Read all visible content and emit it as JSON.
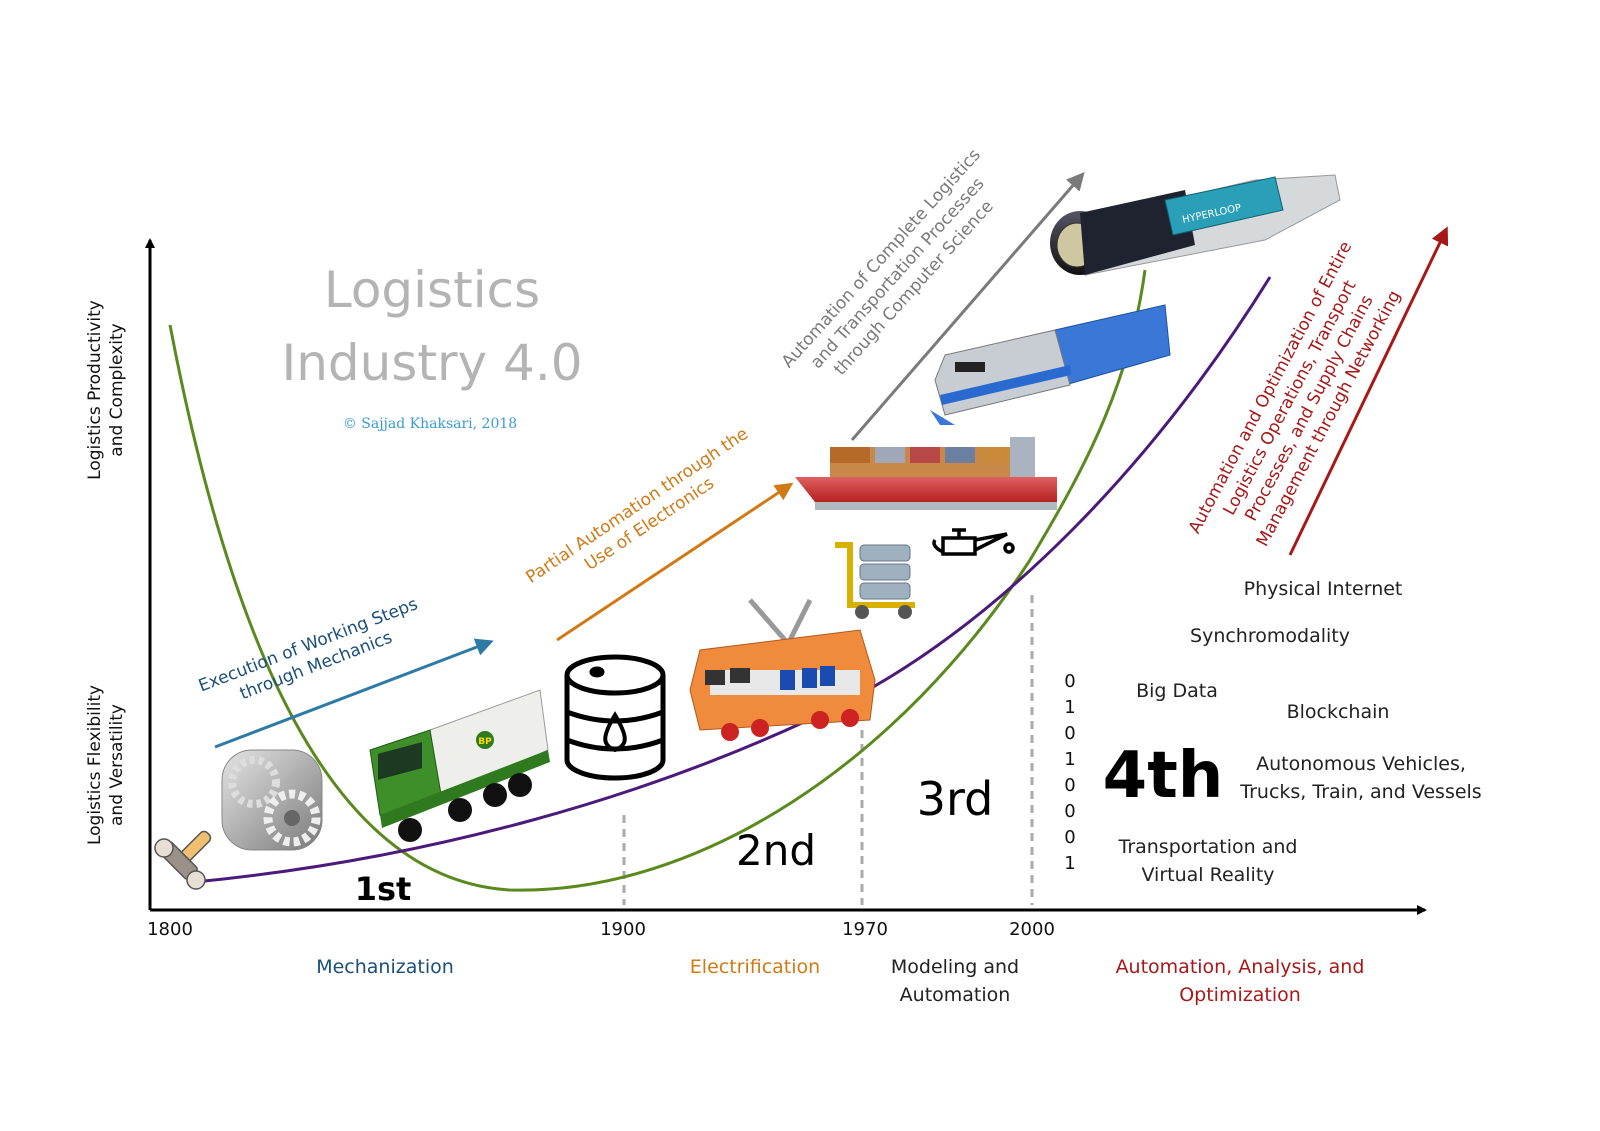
{
  "title": {
    "line1": "Logistics",
    "line2": "Industry 4.0",
    "copyright": "© Sajjad Khaksari, 2018"
  },
  "axes": {
    "y_top_label": [
      "Logistics Productivity",
      "and Complexity"
    ],
    "y_bottom_label": [
      "Logistics Flexibility",
      "and Versatility"
    ],
    "x_ticks": [
      "1800",
      "1900",
      "1970",
      "2000"
    ]
  },
  "eras": [
    {
      "ordinal": "1st",
      "name": [
        "Mechanization"
      ],
      "color": "#1a4f7a",
      "arrow_text": [
        "Execution of Working Steps",
        "through Mechanics"
      ],
      "arrow_color": "#2e7aa6"
    },
    {
      "ordinal": "2nd",
      "name": [
        "Electrification"
      ],
      "color": "#d07a16",
      "arrow_text": [
        "Partial Automation through the",
        "Use of Electronics"
      ],
      "arrow_color": "#d07a16"
    },
    {
      "ordinal": "3rd",
      "name": [
        "Modeling and",
        "Automation"
      ],
      "color": "#222222",
      "arrow_text": [
        "Automation of Complete Logistics",
        "and Transportation Processes",
        "through Computer Science"
      ],
      "arrow_color": "#7a7a7a"
    },
    {
      "ordinal": "4th",
      "name": [
        "Automation, Analysis, and",
        "Optimization"
      ],
      "color": "#a81818",
      "arrow_text": [
        "Automation and Optimization of Entire",
        "Logistics Operations, Transport",
        "Processes, and Supply Chains",
        "Management through Networking"
      ],
      "arrow_color": "#a81818"
    }
  ],
  "binary_digits": [
    "0",
    "1",
    "0",
    "1",
    "0",
    "0",
    "0",
    "1"
  ],
  "fourth_concepts": {
    "physical_internet": "Physical Internet",
    "synchromodality": "Synchromodality",
    "big_data": "Big Data",
    "blockchain": "Blockchain",
    "autonomous": [
      "Autonomous Vehicles,",
      "Trucks, Train, and Vessels"
    ],
    "vr": [
      "Transportation and",
      "Virtual Reality"
    ]
  },
  "curves": {
    "productivity_color": "#5a8a1e",
    "flexibility_color": "#4b1a7a"
  },
  "illustrations": {
    "hyperloop_label": "HYPERLOOP",
    "truck_badge": "BP"
  }
}
